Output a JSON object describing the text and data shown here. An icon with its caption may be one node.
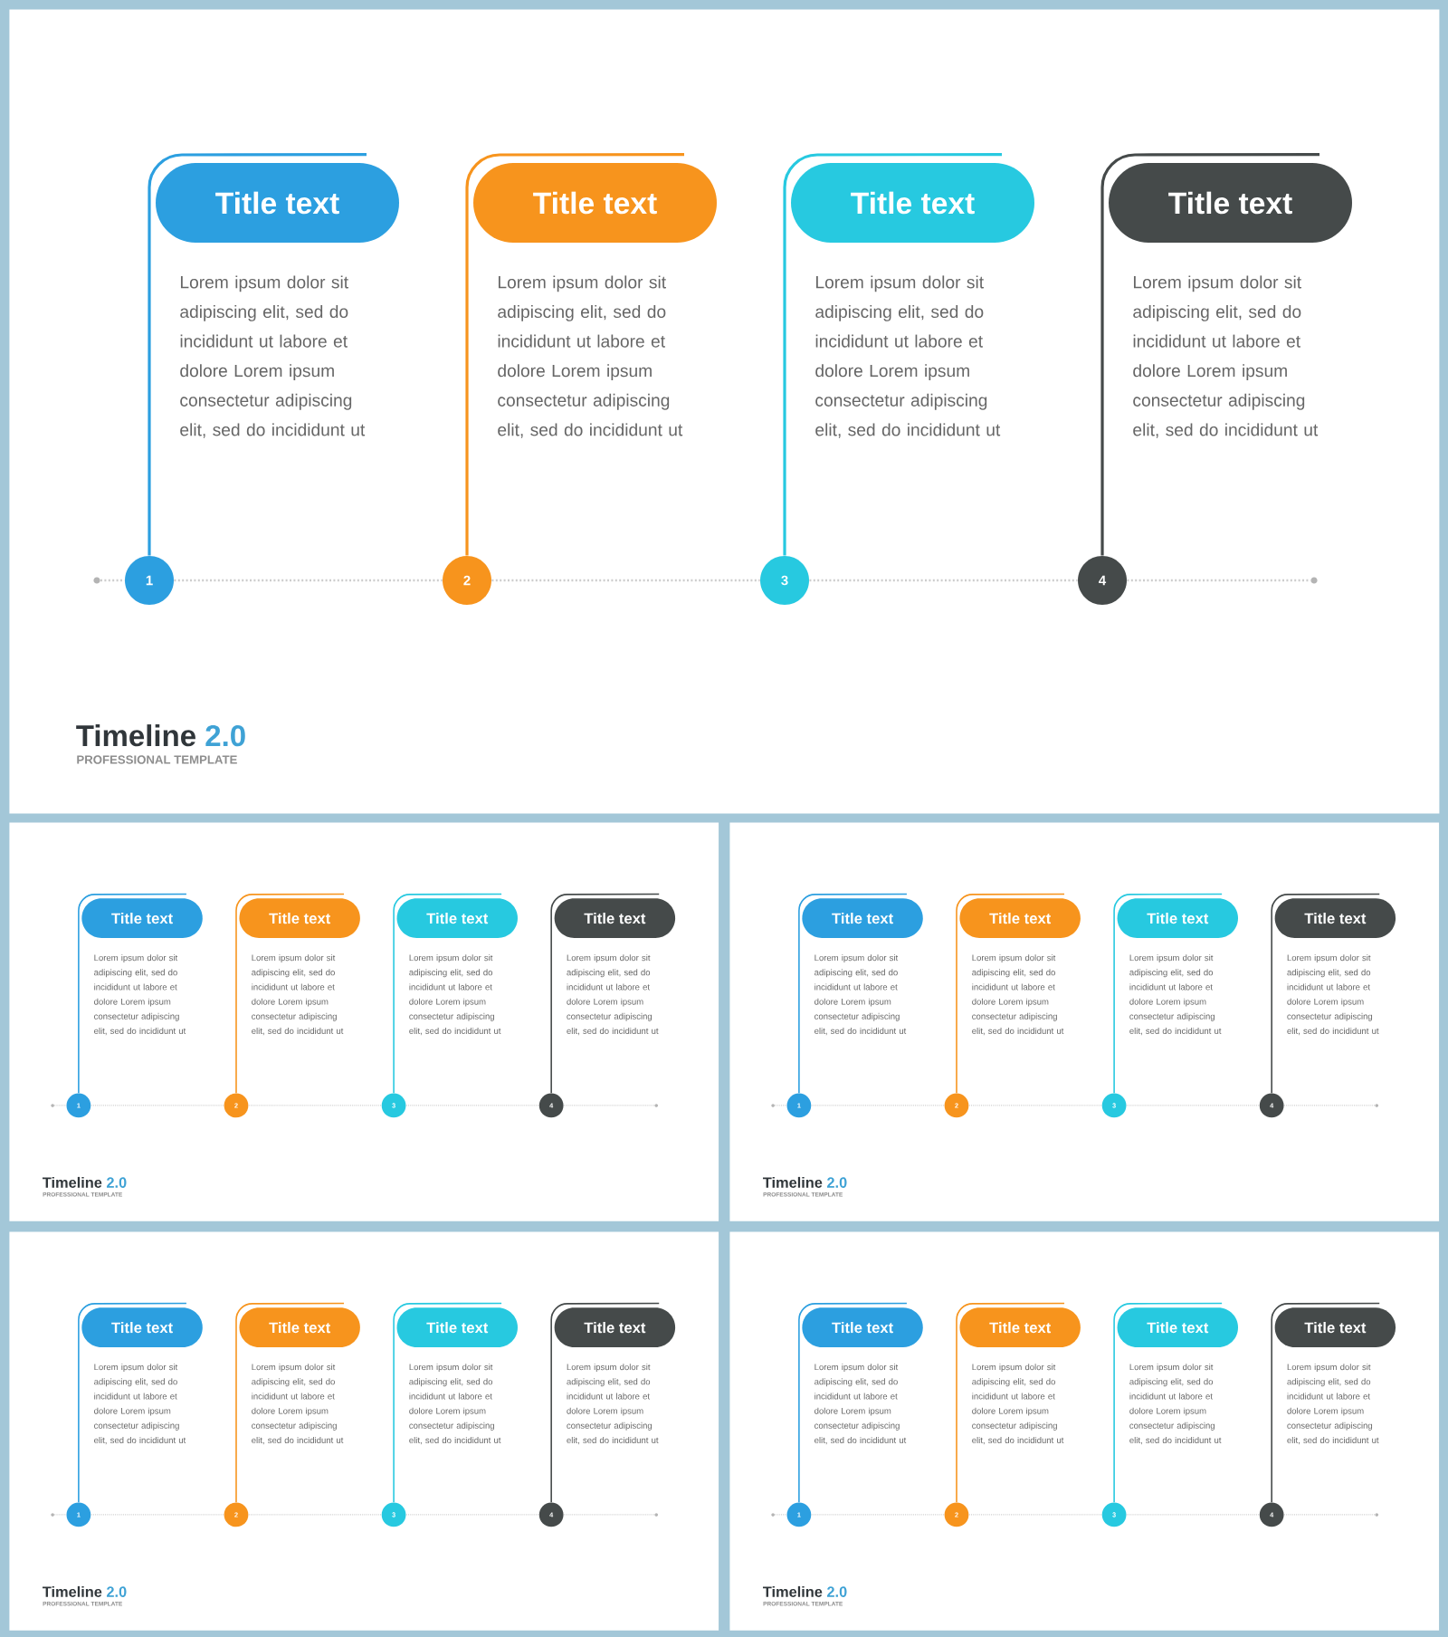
{
  "diagram": {
    "nodes": [
      {
        "text": [
          "Timeline",
          "2.0",
          "PROFESSIONAL TEMPLATE"
        ]
      },
      {
        "text": [
          "Title text"
        ],
        "beside": [
          "Lorem ipsum dolor sit adipiscing elit, sed do incididunt ut labore et dolore Lorem ipsum consectetur adipiscing elit, sed do incididunt ut"
        ],
        "in": 0
      },
      {
        "text": [
          "Title text"
        ],
        "beside": [
          "Lorem ipsum dolor sit adipiscing elit, sed do incididunt ut labore et dolore Lorem ipsum consectetur adipiscing elit, sed do incididunt ut"
        ],
        "in": 0
      },
      {
        "text": [
          "Title text"
        ],
        "beside": [
          "Lorem ipsum dolor sit adipiscing elit, sed do incididunt ut labore et dolore Lorem ipsum consectetur adipiscing elit, sed do incididunt ut"
        ],
        "in": 0
      },
      {
        "text": [
          "Title text"
        ],
        "beside": [
          "Lorem ipsum dolor sit adipiscing elit, sed do incididunt ut labore et dolore Lorem ipsum consectetur adipiscing elit, sed do incididunt ut"
        ],
        "in": 0
      },
      {
        "text": [],
        "shape": "circle",
        "in": 0
      },
      {
        "text": [
          "1"
        ],
        "in": 0
      },
      {
        "text": [
          "2"
        ],
        "in": 0
      },
      {
        "text": [
          "3"
        ],
        "in": 0
      },
      {
        "text": [
          "4"
        ],
        "in": 0
      },
      {
        "text": [],
        "shape": "circle",
        "in": 0
      },
      {
        "text": [
          "Timeline",
          "2.0",
          "PROFESSIONAL TEMPLATE"
        ]
      },
      {
        "text": [
          "Title text"
        ],
        "beside": [
          "Lorem ipsum dolor sit adipiscing elit, sed do incididunt ut labore et dolore Lorem ipsum consectetur adipiscing elit, sed do incididunt ut"
        ],
        "in": 11
      },
      {
        "text": [
          "Title text"
        ],
        "beside": [
          "Lorem ipsum dolor sit adipiscing elit, sed do incididunt ut labore et dolore Lorem ipsum consectetur adipiscing elit, sed do incididunt ut"
        ],
        "in": 11
      },
      {
        "text": [
          "Title text"
        ],
        "beside": [
          "Lorem ipsum dolor sit adipiscing elit, sed do incididunt ut labore et dolore Lorem ipsum consectetur adipiscing elit, sed do incididunt ut"
        ],
        "in": 11
      },
      {
        "text": [
          "Title text"
        ],
        "beside": [
          "Lorem ipsum dolor sit adipiscing elit, sed do incididunt ut labore et dolore Lorem ipsum consectetur adipiscing elit, sed do incididunt ut"
        ],
        "in": 11
      },
      {
        "text": [],
        "shape": "circle",
        "in": 11
      },
      {
        "text": [
          "1"
        ],
        "in": 11
      },
      {
        "text": [
          "2"
        ],
        "in": 11
      },
      {
        "text": [
          "3"
        ],
        "in": 11
      },
      {
        "text": [
          "4"
        ],
        "in": 11
      },
      {
        "text": [],
        "shape": "circle",
        "in": 11
      },
      {
        "text": [
          "Timeline",
          "2.0",
          "PROFESSIONAL TEMPLATE"
        ]
      },
      {
        "text": [
          "Title text"
        ],
        "beside": [
          "Lorem ipsum dolor sit adipiscing elit, sed do incididunt ut labore et dolore Lorem ipsum consectetur adipiscing elit, sed do incididunt ut"
        ],
        "in": 22
      },
      {
        "text": [
          "Title text"
        ],
        "beside": [
          "Lorem ipsum dolor sit adipiscing elit, sed do incididunt ut labore et dolore Lorem ipsum consectetur adipiscing elit, sed do incididunt ut"
        ],
        "in": 22
      },
      {
        "text": [
          "Title text"
        ],
        "beside": [
          "Lorem ipsum dolor sit adipiscing elit, sed do incididunt ut labore et dolore Lorem ipsum consectetur adipiscing elit, sed do incididunt ut"
        ],
        "in": 22
      },
      {
        "text": [
          "Title text"
        ],
        "beside": [
          "Lorem ipsum dolor sit adipiscing elit, sed do incididunt ut labore et dolore Lorem ipsum consectetur adipiscing elit, sed do incididunt ut"
        ],
        "in": 22
      },
      {
        "text": [],
        "shape": "circle",
        "in": 22
      },
      {
        "text": [
          "1"
        ],
        "in": 22
      },
      {
        "text": [
          "2"
        ],
        "in": 22
      },
      {
        "text": [
          "3"
        ],
        "in": 22
      },
      {
        "text": [
          "4"
        ],
        "in": 22
      },
      {
        "text": [],
        "shape": "circle",
        "in": 22
      },
      {
        "text": [
          "Timeline",
          "2.0",
          "PROFESSIONAL TEMPLATE"
        ]
      },
      {
        "text": [
          "Title text"
        ],
        "beside": [
          "Lorem ipsum dolor sit adipiscing elit, sed do incididunt ut labore et dolore Lorem ipsum consectetur adipiscing elit, sed do incididunt ut"
        ],
        "in": 33
      },
      {
        "text": [
          "Title text"
        ],
        "beside": [
          "Lorem ipsum dolor sit adipiscing elit, sed do incididunt ut labore et dolore Lorem ipsum consectetur adipiscing elit, sed do incididunt ut"
        ],
        "in": 33
      },
      {
        "text": [
          "Title text"
        ],
        "beside": [
          "Lorem ipsum dolor sit adipiscing elit, sed do incididunt ut labore et dolore Lorem ipsum consectetur adipiscing elit, sed do incididunt ut"
        ],
        "in": 33
      },
      {
        "text": [
          "Title text"
        ],
        "beside": [
          "Lorem ipsum dolor sit adipiscing elit, sed do incididunt ut labore et dolore Lorem ipsum consectetur adipiscing elit, sed do incididunt ut"
        ],
        "in": 33
      },
      {
        "text": [],
        "shape": "circle",
        "in": 33
      },
      {
        "text": [
          "1"
        ],
        "in": 33
      },
      {
        "text": [
          "2"
        ],
        "in": 33
      },
      {
        "text": [
          "3"
        ],
        "in": 33
      },
      {
        "text": [
          "4"
        ],
        "in": 33
      },
      {
        "text": [],
        "shape": "circle",
        "in": 33
      },
      {
        "text": [
          "Timeline",
          "2.0",
          "PROFESSIONAL TEMPLATE"
        ]
      },
      {
        "text": [
          "Title text"
        ],
        "beside": [
          "Lorem ipsum dolor sit adipiscing elit, sed do incididunt ut labore et dolore Lorem ipsum consectetur adipiscing elit, sed do incididunt ut"
        ],
        "in": 44
      },
      {
        "text": [
          "Title text"
        ],
        "beside": [
          "Lorem ipsum dolor sit adipiscing elit, sed do incididunt ut labore et dolore Lorem ipsum consectetur adipiscing elit, sed do incididunt ut"
        ],
        "in": 44
      },
      {
        "text": [
          "Title text"
        ],
        "beside": [
          "Lorem ipsum dolor sit adipiscing elit, sed do incididunt ut labore et dolore Lorem ipsum consectetur adipiscing elit, sed do incididunt ut"
        ],
        "in": 44
      },
      {
        "text": [
          "Title text"
        ],
        "beside": [
          "Lorem ipsum dolor sit adipiscing elit, sed do incididunt ut labore et dolore Lorem ipsum consectetur adipiscing elit, sed do incididunt ut"
        ],
        "in": 44
      },
      {
        "text": [],
        "shape": "circle",
        "in": 44
      },
      {
        "text": [
          "1"
        ],
        "in": 44
      },
      {
        "text": [
          "2"
        ],
        "in": 44
      },
      {
        "text": [
          "3"
        ],
        "in": 44
      },
      {
        "text": [
          "4"
        ],
        "in": 44
      },
      {
        "text": [],
        "shape": "circle",
        "in": 44
      }
    ],
    "edges": [
      {
        "from": 5,
        "to": 6,
        "arrow": "none",
        "style": "dashed"
      },
      {
        "from": 6,
        "to": 7,
        "arrow": "none",
        "style": "dashed"
      },
      {
        "from": 7,
        "to": 8,
        "arrow": "none",
        "style": "dashed"
      },
      {
        "from": 8,
        "to": 9,
        "arrow": "none",
        "style": "dashed"
      },
      {
        "from": 9,
        "to": 10,
        "arrow": "none",
        "style": "dashed"
      },
      {
        "from": 6,
        "to": 1,
        "arrow": "none",
        "color": "#2c9fe0"
      },
      {
        "from": 7,
        "to": 2,
        "arrow": "none",
        "color": "#f7941d"
      },
      {
        "from": 8,
        "to": 3,
        "arrow": "none",
        "color": "#27c9e0"
      },
      {
        "from": 9,
        "to": 4,
        "arrow": "none",
        "color": "#454a4a"
      },
      {
        "from": 16,
        "to": 17,
        "arrow": "none",
        "style": "dashed"
      },
      {
        "from": 17,
        "to": 18,
        "arrow": "none",
        "style": "dashed"
      },
      {
        "from": 18,
        "to": 19,
        "arrow": "none",
        "style": "dashed"
      },
      {
        "from": 19,
        "to": 20,
        "arrow": "none",
        "style": "dashed"
      },
      {
        "from": 20,
        "to": 21,
        "arrow": "none",
        "style": "dashed"
      },
      {
        "from": 17,
        "to": 12,
        "arrow": "none",
        "color": "#2c9fe0"
      },
      {
        "from": 18,
        "to": 13,
        "arrow": "none",
        "color": "#f7941d"
      },
      {
        "from": 19,
        "to": 14,
        "arrow": "none",
        "color": "#27c9e0"
      },
      {
        "from": 20,
        "to": 15,
        "arrow": "none",
        "color": "#454a4a"
      },
      {
        "from": 27,
        "to": 28,
        "arrow": "none",
        "style": "dashed"
      },
      {
        "from": 28,
        "to": 29,
        "arrow": "none",
        "style": "dashed"
      },
      {
        "from": 29,
        "to": 30,
        "arrow": "none",
        "style": "dashed"
      },
      {
        "from": 30,
        "to": 31,
        "arrow": "none",
        "style": "dashed"
      },
      {
        "from": 31,
        "to": 32,
        "arrow": "none",
        "style": "dashed"
      },
      {
        "from": 28,
        "to": 23,
        "arrow": "none",
        "color": "#2c9fe0"
      },
      {
        "from": 29,
        "to": 24,
        "arrow": "none",
        "color": "#f7941d"
      },
      {
        "from": 30,
        "to": 25,
        "arrow": "none",
        "color": "#27c9e0"
      },
      {
        "from": 31,
        "to": 26,
        "arrow": "none",
        "color": "#454a4a"
      },
      {
        "from": 38,
        "to": 39,
        "arrow": "none",
        "style": "dashed"
      },
      {
        "from": 39,
        "to": 40,
        "arrow": "none",
        "style": "dashed"
      },
      {
        "from": 40,
        "to": 41,
        "arrow": "none",
        "style": "dashed"
      },
      {
        "from": 41,
        "to": 42,
        "arrow": "none",
        "style": "dashed"
      },
      {
        "from": 42,
        "to": 43,
        "arrow": "none",
        "style": "dashed"
      },
      {
        "from": 39,
        "to": 34,
        "arrow": "none",
        "color": "#2c9fe0"
      },
      {
        "from": 40,
        "to": 35,
        "arrow": "none",
        "color": "#f7941d"
      },
      {
        "from": 41,
        "to": 36,
        "arrow": "none",
        "color": "#27c9e0"
      },
      {
        "from": 42,
        "to": 37,
        "arrow": "none",
        "color": "#454a4a"
      },
      {
        "from": 49,
        "to": 50,
        "arrow": "none",
        "style": "dashed"
      },
      {
        "from": 50,
        "to": 51,
        "arrow": "none",
        "style": "dashed"
      },
      {
        "from": 51,
        "to": 52,
        "arrow": "none",
        "style": "dashed"
      },
      {
        "from": 52,
        "to": 53,
        "arrow": "none",
        "style": "dashed"
      },
      {
        "from": 53,
        "to": 54,
        "arrow": "none",
        "style": "dashed"
      },
      {
        "from": 50,
        "to": 45,
        "arrow": "none",
        "color": "#2c9fe0"
      },
      {
        "from": 51,
        "to": 46,
        "arrow": "none",
        "color": "#f7941d"
      },
      {
        "from": 52,
        "to": 47,
        "arrow": "none",
        "color": "#27c9e0"
      },
      {
        "from": 53,
        "to": 48,
        "arrow": "none",
        "color": "#454a4a"
      }
    ]
  }
}
